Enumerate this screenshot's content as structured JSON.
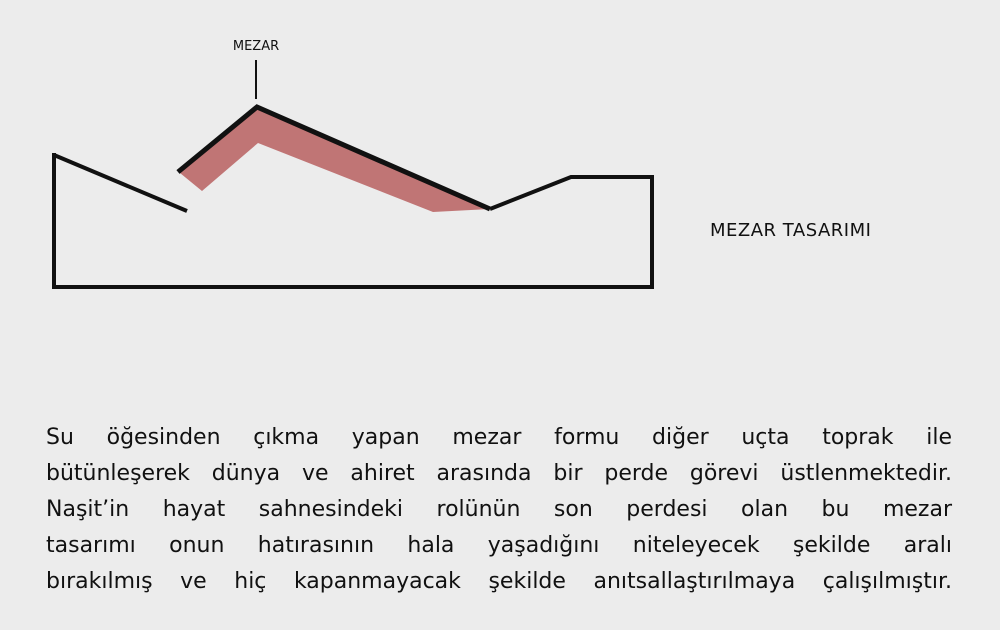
{
  "diagram": {
    "callout_label": "MEZAR",
    "title": "MEZAR TASARIMI",
    "colors": {
      "outline": "#111111",
      "grave_fill": "#c07575",
      "background": "#ececec"
    }
  },
  "description": {
    "lines": [
      "Su öğesinden çıkma yapan mezar formu diğer uçta toprak ile",
      "bütünleşerek dünya ve ahiret arasında bir perde görevi üstlenmektedir.",
      "Naşit’in hayat sahnesindeki rolünün son perdesi olan bu mezar",
      "tasarımı onun hatırasının hala yaşadığını niteleyecek şekilde aralı",
      "bırakılmış ve hiç kapanmayacak şekilde anıtsallaştırılmaya çalışılmıştır."
    ]
  }
}
